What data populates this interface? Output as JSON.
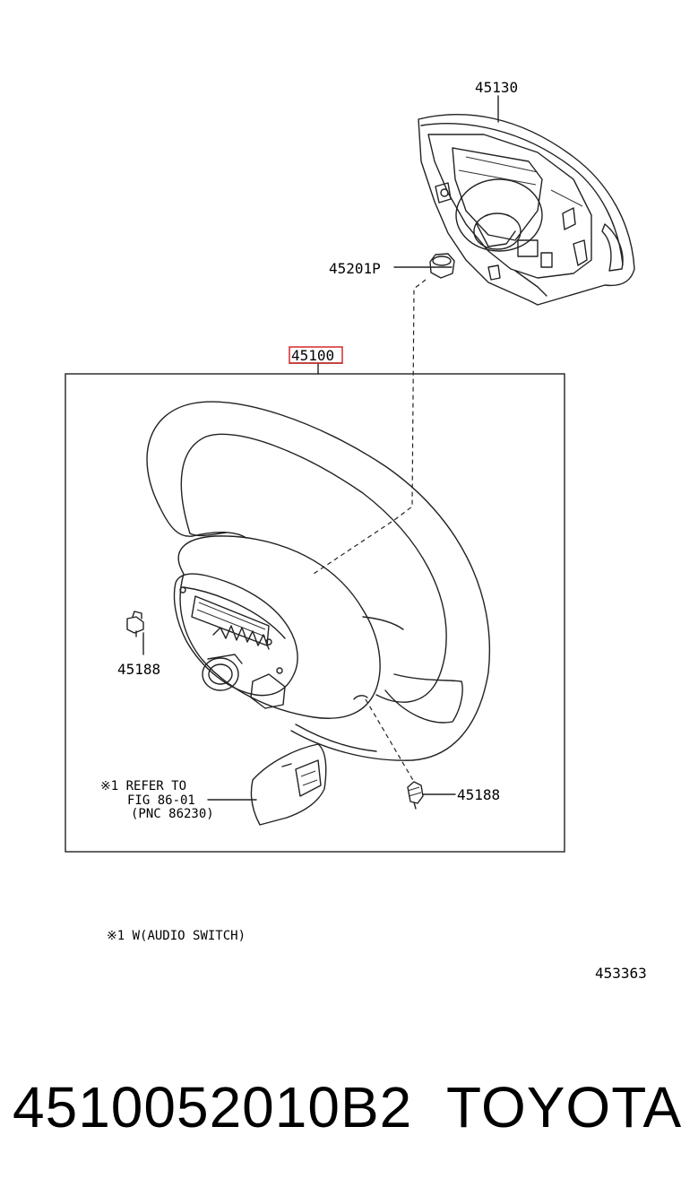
{
  "parts": {
    "p45130": "45130",
    "p45201p": "45201P",
    "p45100": "45100",
    "p45188_left": "45188",
    "p45188_right": "45188"
  },
  "refer": {
    "line1": "※1 REFER TO",
    "line2": "FIG 86-01",
    "line3": "(PNC 86230)"
  },
  "footnote": "※1 W(AUDIO SWITCH)",
  "figure_code": "453363",
  "footer": {
    "part_number": "4510052010B2",
    "brand": "TOYOTA"
  },
  "colors": {
    "highlight": "#d42a2a",
    "line": "#222222"
  }
}
